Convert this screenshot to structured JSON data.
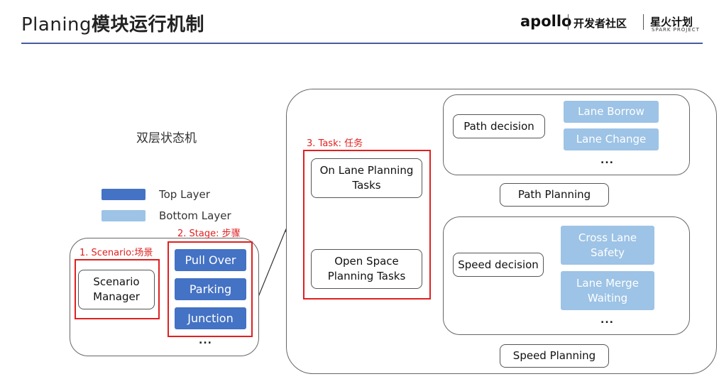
{
  "header": {
    "title_plain": "Planing",
    "title_bold": "模块运行机制",
    "brand_apollo": "apollo",
    "brand_dev": "开发者社区",
    "brand_spark": "星火计划",
    "brand_spark_sub": "SPARK PROJECT"
  },
  "diagram": {
    "heading": "双层状态机",
    "legend": [
      {
        "label": "Top Layer",
        "color": "#4472c4"
      },
      {
        "label": "Bottom Layer",
        "color": "#9dc3e6"
      }
    ],
    "annotations": {
      "scenario": "1. Scenario:场景",
      "stage": "2. Stage: 步骤",
      "task": "3. Task: 任务"
    },
    "scenario_manager": "Scenario\nManager",
    "stages": [
      "Pull Over",
      "Parking",
      "Junction"
    ],
    "ellipsis": "...",
    "tasks": [
      "On Lane Planning\nTasks",
      "Open Space\nPlanning Tasks"
    ],
    "path_decision": "Path decision",
    "path_options": [
      "Lane Borrow",
      "Lane Change"
    ],
    "path_planning": "Path Planning",
    "speed_decision": "Speed decision",
    "speed_options": [
      "Cross Lane\nSafety",
      "Lane Merge\nWaiting"
    ],
    "speed_planning": "Speed Planning"
  }
}
